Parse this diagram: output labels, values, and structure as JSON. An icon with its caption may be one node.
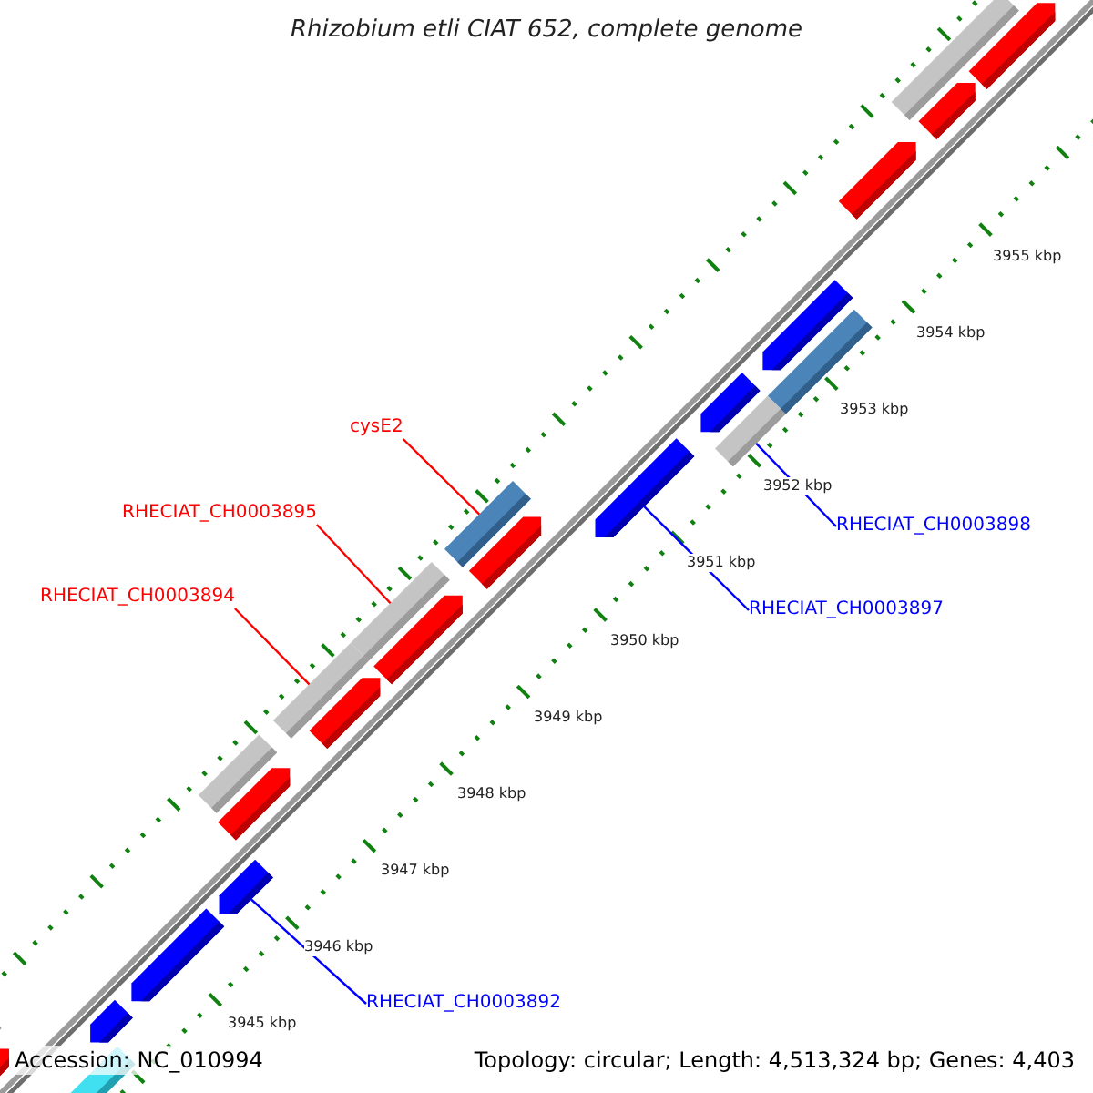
{
  "diagram": {
    "title": "Rhizobium etli CIAT 652, complete genome",
    "nodes": [
      {
        "text": [
          "cysE2"
        ]
      },
      {
        "text": [
          "RHECIAT_CH0003895"
        ]
      },
      {
        "text": [
          "RHECIAT_CH0003894"
        ]
      },
      {
        "text": [
          "RHECIAT_CH0003898"
        ]
      },
      {
        "text": [
          "RHECIAT_CH0003897"
        ]
      },
      {
        "text": [
          "RHECIAT_CH0003892"
        ]
      },
      {
        "text": [],
        "shape": "bar"
      },
      {
        "text": [],
        "shape": "arrow"
      },
      {
        "text": [],
        "shape": "arrow"
      },
      {
        "text": [],
        "shape": "bar"
      },
      {
        "text": [],
        "shape": "arrow"
      },
      {
        "text": [],
        "shape": "bar"
      },
      {
        "text": [],
        "shape": "arrow"
      },
      {
        "text": [],
        "shape": "arrow"
      },
      {
        "text": [],
        "shape": "bar"
      },
      {
        "text": [],
        "shape": "arrow"
      },
      {
        "text": [],
        "shape": "bar"
      },
      {
        "text": [],
        "shape": "arrow"
      },
      {
        "text": [],
        "shape": "bar"
      },
      {
        "text": [],
        "shape": "arrow"
      },
      {
        "text": [],
        "shape": "arrow"
      },
      {
        "text": [],
        "shape": "arrow"
      },
      {
        "text": [],
        "shape": "bar"
      },
      {
        "text": [],
        "shape": "arrow"
      },
      {
        "text": [],
        "shape": "bar"
      },
      {
        "text": [],
        "shape": "arrow"
      },
      {
        "text": [],
        "shape": "bar"
      },
      {
        "text": [],
        "shape": "arrow"
      },
      {
        "text": [],
        "shape": "arrow"
      }
    ],
    "edges": [
      {
        "from": 0,
        "to": 18,
        "arrow": "none",
        "color": "#ff0000"
      },
      {
        "from": 1,
        "to": 16,
        "arrow": "none",
        "color": "#ff0000"
      },
      {
        "from": 2,
        "to": 14,
        "arrow": "none",
        "color": "#ff0000"
      },
      {
        "from": 3,
        "to": 22,
        "arrow": "none",
        "color": "#0000ff"
      },
      {
        "from": 4,
        "to": 20,
        "arrow": "none",
        "color": "#0000ff"
      },
      {
        "from": 5,
        "to": 12,
        "arrow": "none",
        "color": "#0000ff"
      }
    ],
    "labels": [
      "3955 kbp",
      "3954 kbp",
      "3953 kbp",
      "3952 kbp",
      "3951 kbp",
      "3950 kbp",
      "3949 kbp",
      "3948 kbp",
      "3947 kbp",
      "3946 kbp",
      "3945 kbp",
      "Accession: NC_010994",
      "Topology: circular; Length: 4,513,324 bp; Genes: 4,403"
    ]
  }
}
